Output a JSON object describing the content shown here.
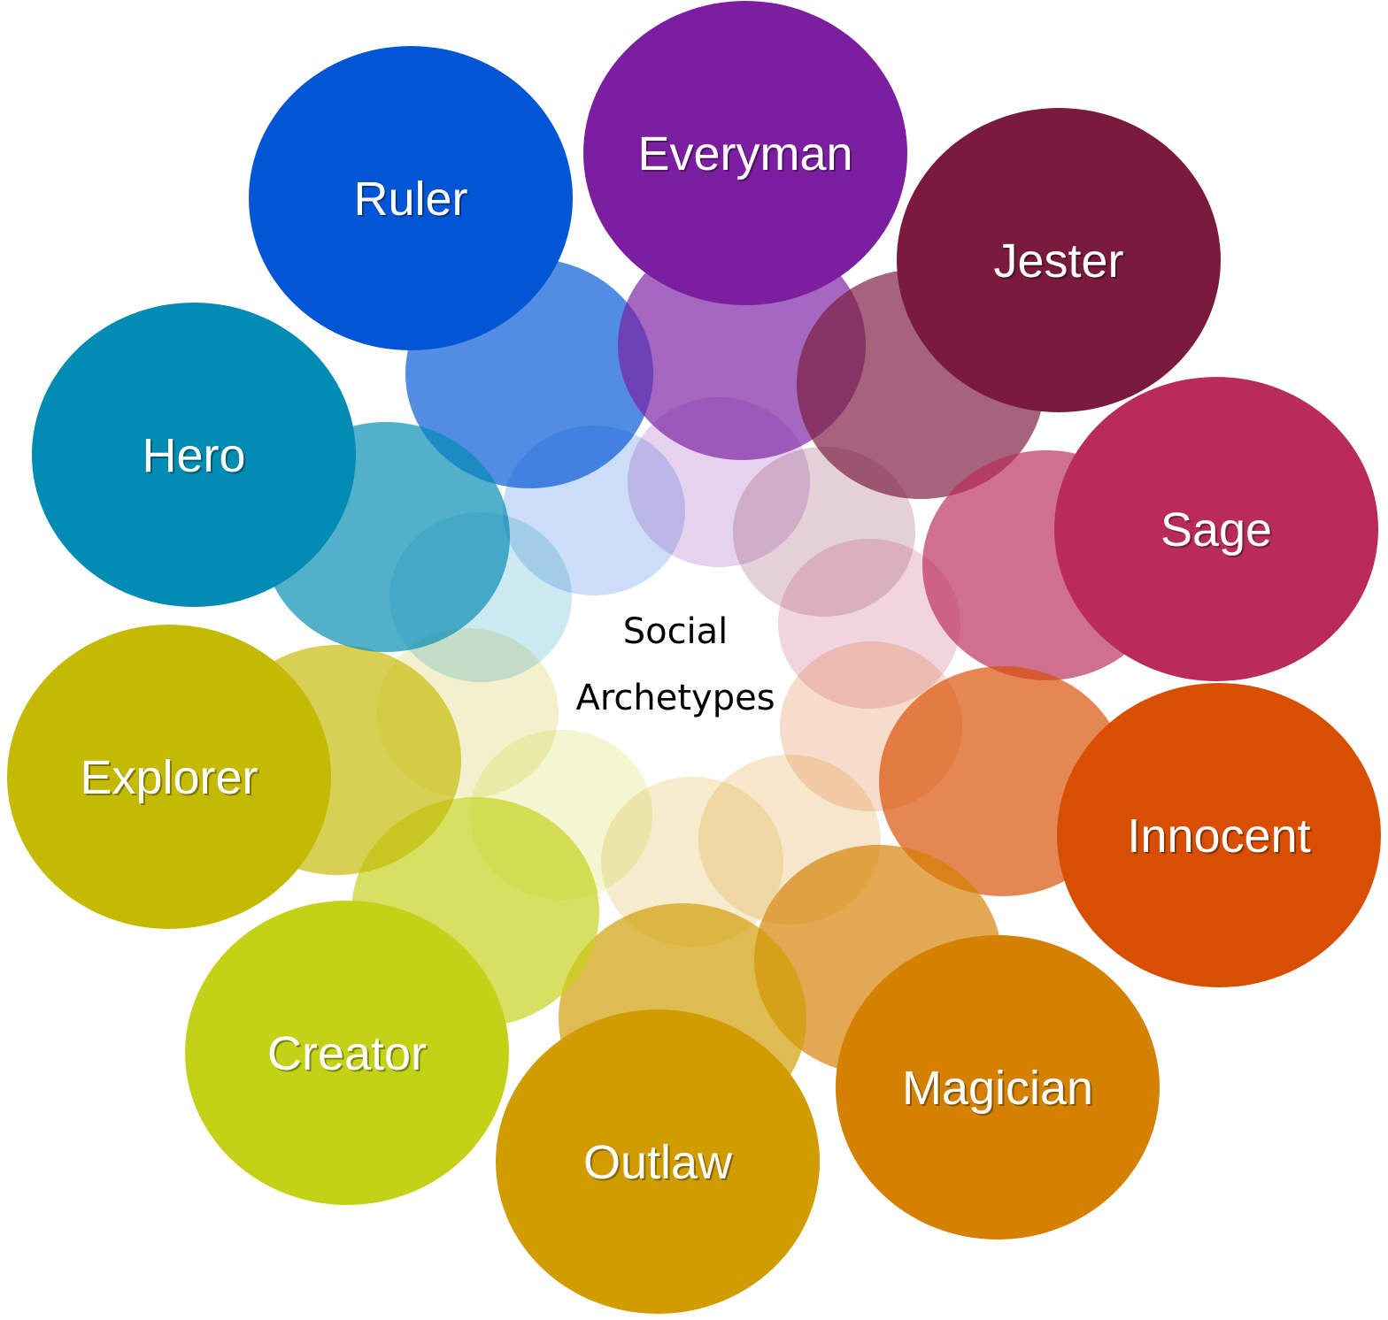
{
  "diagram": {
    "center_label": {
      "line1": "Social",
      "line2": "Archetypes"
    },
    "archetypes": [
      {
        "label": "Ruler",
        "color": "#0256D6"
      },
      {
        "label": "Everyman",
        "color": "#7B1FA0"
      },
      {
        "label": "Jester",
        "color": "#7A1A3C"
      },
      {
        "label": "Sage",
        "color": "#B92C5A"
      },
      {
        "label": "Innocent",
        "color": "#D84E02"
      },
      {
        "label": "Magician",
        "color": "#D48000"
      },
      {
        "label": "Outlaw",
        "color": "#D09C00"
      },
      {
        "label": "Creator",
        "color": "#C4D217"
      },
      {
        "label": "Explorer",
        "color": "#C4BA03"
      },
      {
        "label": "Hero",
        "color": "#028BB3"
      }
    ]
  }
}
